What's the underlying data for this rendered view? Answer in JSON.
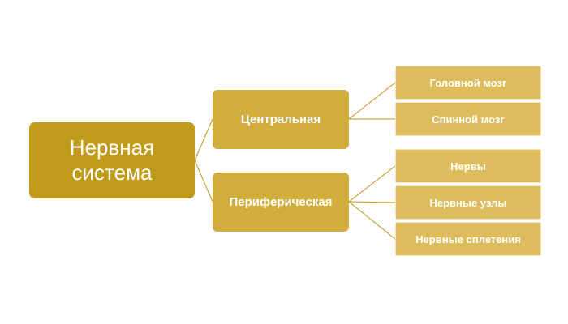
{
  "root": {
    "label": "Нервная система"
  },
  "branches": [
    {
      "label": "Центральная",
      "children": [
        "Головной мозг",
        "Спинной мозг"
      ]
    },
    {
      "label": "Периферическая",
      "children": [
        "Нервы",
        "Нервные узлы",
        "Нервные сплетения"
      ]
    }
  ],
  "colors": {
    "root_fill": "#bf9a1b",
    "branch_fill": "#d1ad3c",
    "leaf_fill": "#dcbc5c",
    "connector": "#c9a53a",
    "text": "#ffffff"
  }
}
